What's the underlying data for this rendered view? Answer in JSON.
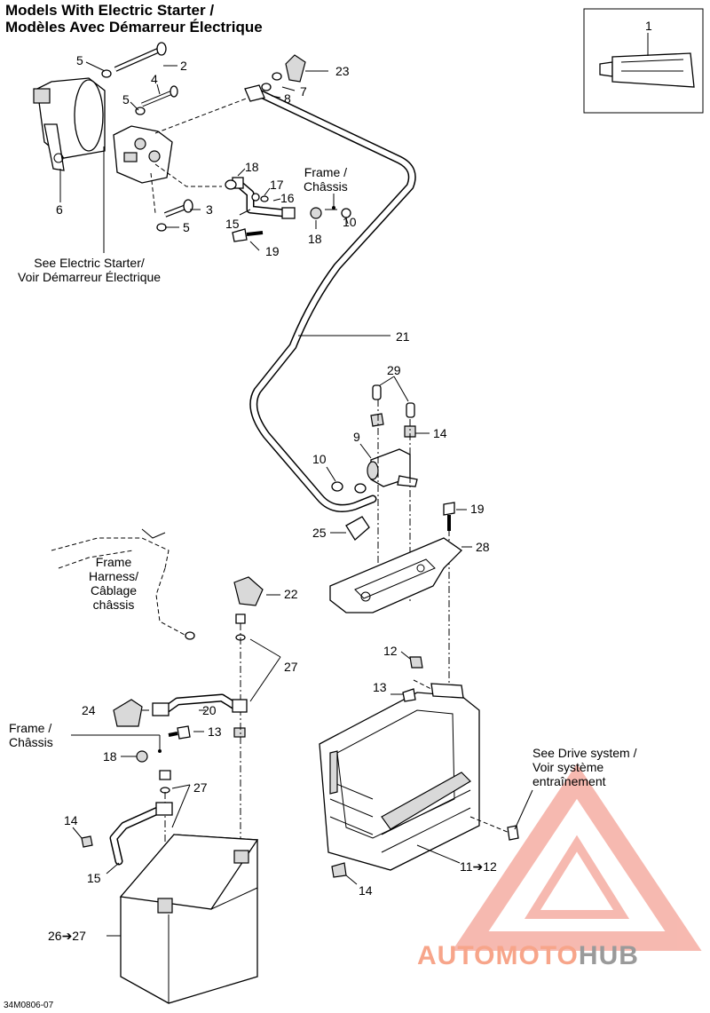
{
  "title": {
    "line1": "Models With Electric Starter /",
    "line2": "Modèles Avec Démarreur Électrique"
  },
  "part_numbers": {
    "p1": "1",
    "p2": "2",
    "p3": "3",
    "p4": "4",
    "p5a": "5",
    "p5b": "5",
    "p5c": "5",
    "p6": "6",
    "p7": "7",
    "p8": "8",
    "p9": "9",
    "p10a": "10",
    "p10b": "10",
    "p11": "11➔12",
    "p12": "12",
    "p13a": "13",
    "p13b": "13",
    "p14a": "14",
    "p14b": "14",
    "p14c": "14",
    "p15a": "15",
    "p15b": "15",
    "p16": "16",
    "p17": "17",
    "p18a": "18",
    "p18b": "18",
    "p18c": "18",
    "p19a": "19",
    "p19b": "19",
    "p20": "20",
    "p21": "21",
    "p22": "22",
    "p23": "23",
    "p24": "24",
    "p25": "25",
    "p26": "26➔27",
    "p27a": "27",
    "p27b": "27",
    "p28": "28",
    "p29": "29"
  },
  "notes": {
    "frame_top": [
      "Frame /",
      "Châssis"
    ],
    "frame_left": [
      "Frame /",
      "Châssis"
    ],
    "starter": [
      "See Electric Starter/",
      "Voir Démarreur Électrique"
    ],
    "harness": [
      "Frame",
      "Harness/",
      "Câblage",
      "châssis"
    ],
    "drive": [
      "See Drive system /",
      "Voir système",
      "entraînement"
    ]
  },
  "diagram_code": "34M0806-07",
  "watermark": {
    "part1": "AUTO",
    "part2": "MOTO",
    "part3": "HUB"
  },
  "colors": {
    "watermark_red": "#f7a58a",
    "watermark_gray": "#9a9a9a"
  }
}
